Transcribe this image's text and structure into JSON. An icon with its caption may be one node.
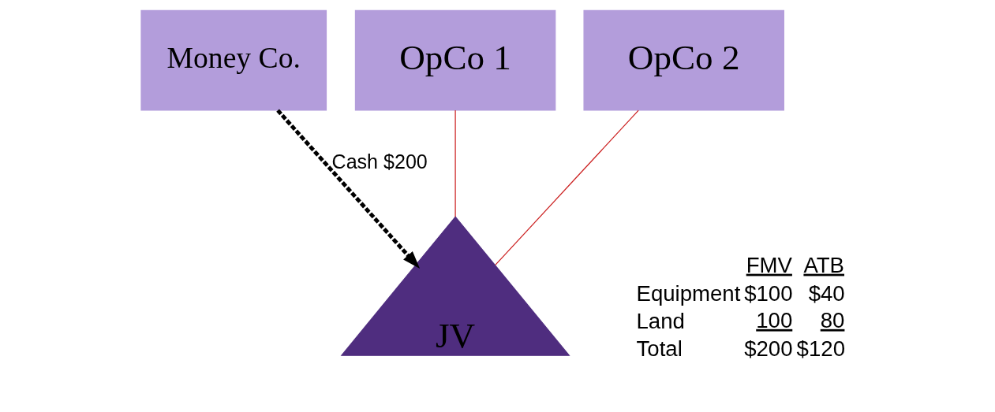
{
  "diagram": {
    "nodes": [
      {
        "text": [
          "Money Co."
        ]
      },
      {
        "text": [
          "OpCo 1"
        ]
      },
      {
        "text": [
          "OpCo 2"
        ]
      },
      {
        "text": [
          "JV"
        ]
      }
    ],
    "edges": [
      {
        "from": 0,
        "to": 3,
        "arrow": "to",
        "label": "Cash $200",
        "style": "dashed",
        "color": "#000000"
      },
      {
        "from": 1,
        "to": 3,
        "arrow": "none"
      },
      {
        "from": 2,
        "to": 3,
        "arrow": "none"
      }
    ],
    "labels": [
      "FMV",
      "ATB",
      "Equipment",
      "$100",
      "$40",
      "Land",
      "100",
      "80",
      "Total",
      "$200",
      "$120"
    ]
  }
}
